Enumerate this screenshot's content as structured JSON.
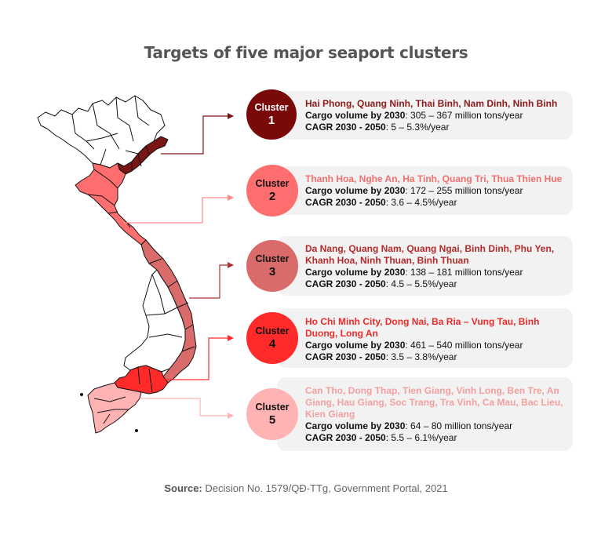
{
  "title": "Targets of five major seaport clusters",
  "clusters": [
    {
      "label": "Cluster",
      "number": "1",
      "color": "#7a0a0a",
      "text_color_circle": "#ffffff",
      "provinces_color": "#8b1a1a",
      "provinces": "Hai Phong, Quang Ninh, Thai Binh, Nam Dinh, Ninh Binh",
      "cargo_label": "Cargo volume by 2030",
      "cargo_value": ": 305 – 367 million tons/year",
      "cagr_label": "CAGR 2030 - 2050",
      "cagr_value": ": 5 – 5.3%/year"
    },
    {
      "label": "Cluster",
      "number": "2",
      "color": "#ff6e6e",
      "text_color_circle": "#111111",
      "provinces_color": "#f07070",
      "provinces": "Thanh Hoa, Nghe An, Ha Tinh, Quang Tri, Thua Thien Hue",
      "cargo_label": "Cargo volume by 2030",
      "cargo_value": ": 172 – 255 million tons/year",
      "cagr_label": "CAGR 2030 - 2050",
      "cagr_value": ": 3.6 – 4.5%/year"
    },
    {
      "label": "Cluster",
      "number": "3",
      "color": "#d96b6b",
      "text_color_circle": "#111111",
      "provinces_color": "#b52a2a",
      "provinces": "Da Nang, Quang Nam, Quang Ngai, Binh Dinh, Phu Yen, Khanh Hoa, Ninh Thuan, Binh Thuan",
      "cargo_label": "Cargo volume by 2030",
      "cargo_value": ": 138 – 181 million tons/year",
      "cagr_label": "CAGR 2030 - 2050",
      "cagr_value": ": 4.5 – 5.5%/year"
    },
    {
      "label": "Cluster",
      "number": "4",
      "color": "#ff2a2a",
      "text_color_circle": "#111111",
      "provinces_color": "#ee2a2a",
      "provinces": "Ho Chi Minh City, Dong Nai, Ba Ria – Vung Tau, Binh Duong, Long An",
      "cargo_label": "Cargo volume by 2030",
      "cargo_value": ": 461 – 540 million tons/year",
      "cagr_label": "CAGR 2030 - 2050",
      "cagr_value": ": 3.5 – 3.8%/year"
    },
    {
      "label": "Cluster",
      "number": "5",
      "color": "#ffb3b3",
      "text_color_circle": "#111111",
      "provinces_color": "#f2a0a0",
      "provinces": "Can Tho, Dong Thap, Tien Giang, Vinh Long, Ben Tre, An Giang, Hau Giang, Soc Trang, Tra Vinh, Ca Mau, Bac Lieu, Kien Giang",
      "cargo_label": "Cargo volume by 2030",
      "cargo_value": ": 64 – 80 million tons/year",
      "cagr_label": "CAGR 2030 - 2050",
      "cagr_value": ": 5.5 – 6.1%/year"
    }
  ],
  "source": {
    "label": "Source:",
    "text": " Decision No. 1579/QĐ-TTg, Government Portal, 2021"
  }
}
